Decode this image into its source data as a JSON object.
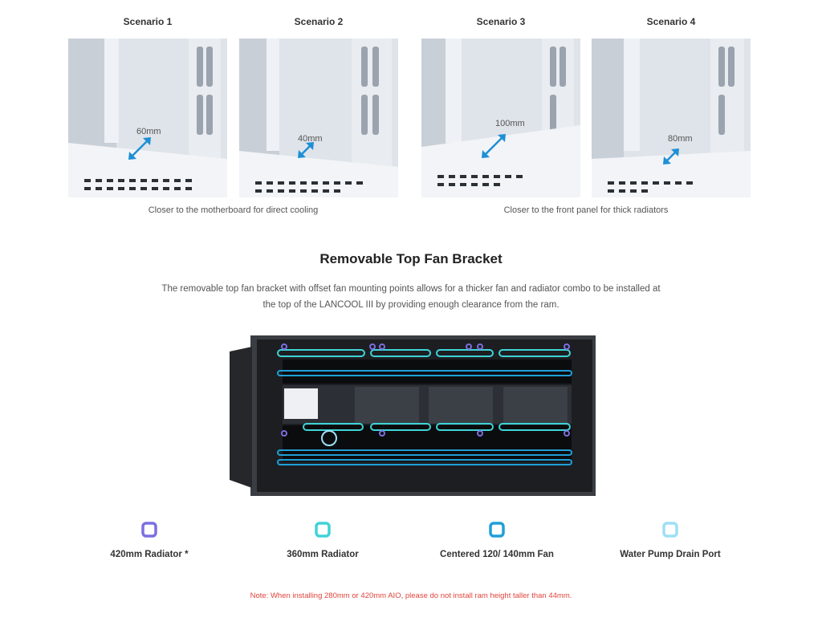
{
  "scenarios": [
    {
      "title": "Scenario 1",
      "measure": "60mm"
    },
    {
      "title": "Scenario 2",
      "measure": "40mm"
    },
    {
      "title": "Scenario 3",
      "measure": "100mm"
    },
    {
      "title": "Scenario 4",
      "measure": "80mm"
    }
  ],
  "captions": {
    "left": "Closer to the motherboard for direct cooling",
    "right": "Closer to the front panel for thick radiators"
  },
  "section": {
    "title": "Removable Top Fan Bracket",
    "description_line1": "The removable top fan bracket with offset fan mounting points allows for a thicker fan and radiator combo to be installed at",
    "description_line2": "the top of the LANCOOL III by providing enough clearance from the ram."
  },
  "legend": [
    {
      "label": "420mm Radiator *",
      "icon": "rounded-square-icon",
      "color": "#7b6fe0"
    },
    {
      "label": "360mm Radiator",
      "icon": "rounded-square-icon",
      "color": "#3fd3d6"
    },
    {
      "label": "Centered 120/ 140mm Fan",
      "icon": "rounded-square-icon",
      "color": "#1f9fd8"
    },
    {
      "label": "Water Pump Drain Port",
      "icon": "rounded-square-icon",
      "color": "#9ee0f5"
    }
  ],
  "note": "Note: When installing 280mm or 420mm AIO, please do not install ram height taller than 44mm.",
  "colors": {
    "accent_arrow": "#1e8fd6",
    "note_red": "#e0443c"
  }
}
